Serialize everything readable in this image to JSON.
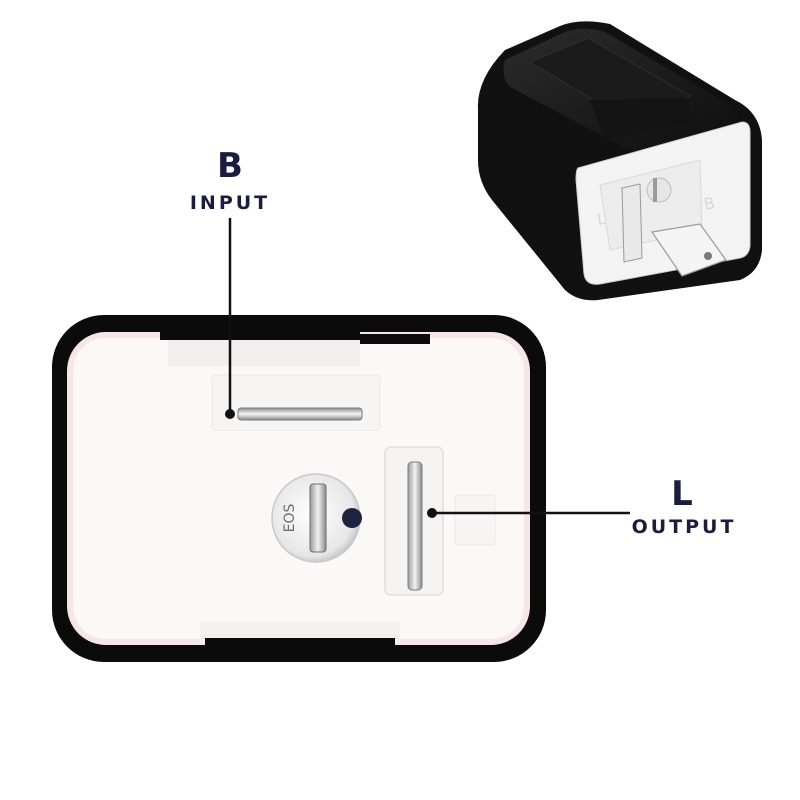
{
  "labels": {
    "b_letter": "B",
    "b_word": "INPUT",
    "l_letter": "L",
    "l_word": "OUTPUT"
  },
  "stamp_text": "EOS",
  "colors": {
    "label": "#1a1d3f",
    "housing": "#0b0b0b",
    "face": "#fbf8f7"
  }
}
